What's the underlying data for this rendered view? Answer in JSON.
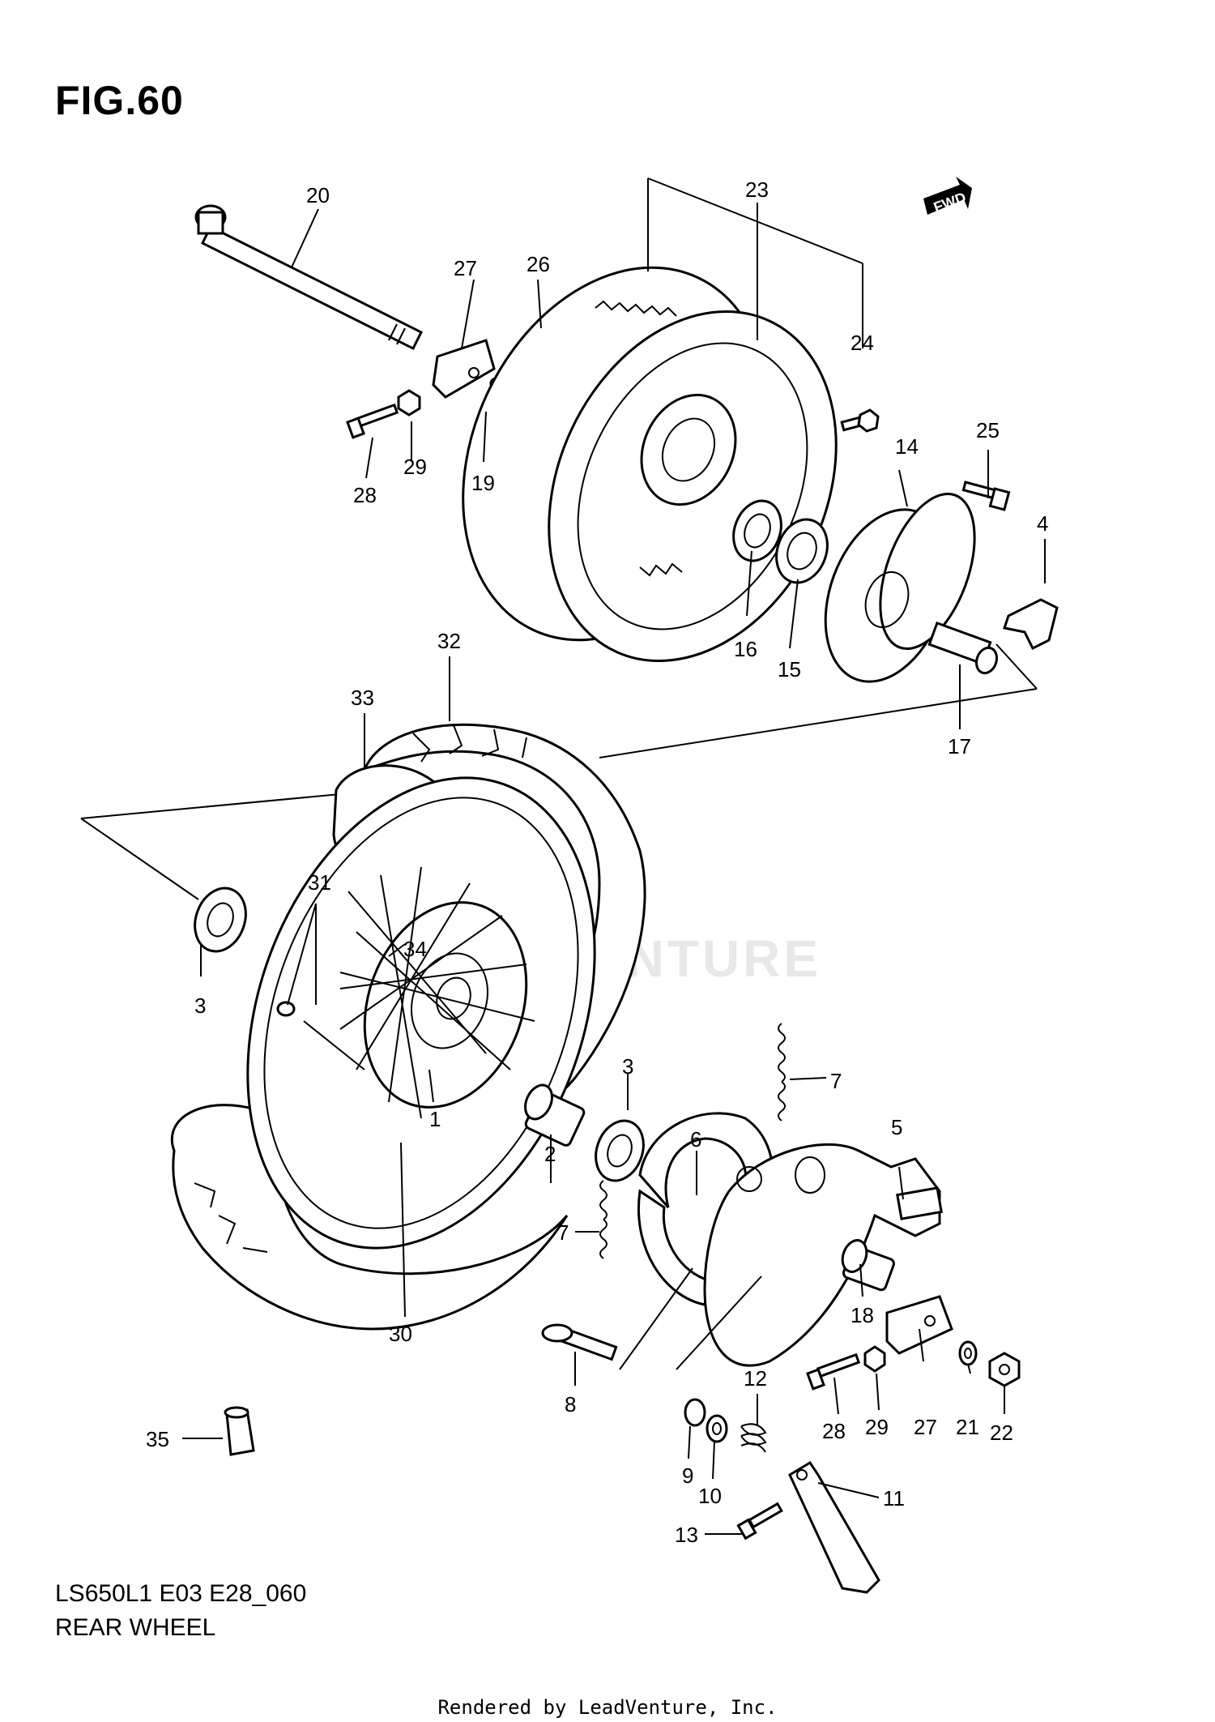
{
  "figure": {
    "title": "FIG.60",
    "model_code": "LS650L1 E03 E28_060",
    "section_name": "REAR WHEEL",
    "credit": "Rendered by LeadVenture, Inc.",
    "direction_badge": "FWD",
    "watermark": "LEADVENTURE"
  },
  "callouts": {
    "c1": "1",
    "c2": "2",
    "c3a": "3",
    "c3b": "3",
    "c4": "4",
    "c5": "5",
    "c6": "6",
    "c7a": "7",
    "c7b": "7",
    "c8": "8",
    "c9": "9",
    "c10": "10",
    "c11": "11",
    "c12": "12",
    "c13": "13",
    "c14": "14",
    "c15": "15",
    "c16": "16",
    "c17": "17",
    "c18": "18",
    "c19": "19",
    "c20": "20",
    "c21": "21",
    "c22": "22",
    "c23": "23",
    "c24": "24",
    "c25": "25",
    "c26": "26",
    "c27a": "27",
    "c27b": "27",
    "c28a": "28",
    "c28b": "28",
    "c29a": "29",
    "c29b": "29",
    "c30": "30",
    "c31": "31",
    "c32": "32",
    "c33": "33",
    "c34": "34",
    "c35": "35"
  },
  "colors": {
    "ink": "#000000",
    "paper": "#ffffff",
    "watermark": "#e8e8e8"
  }
}
